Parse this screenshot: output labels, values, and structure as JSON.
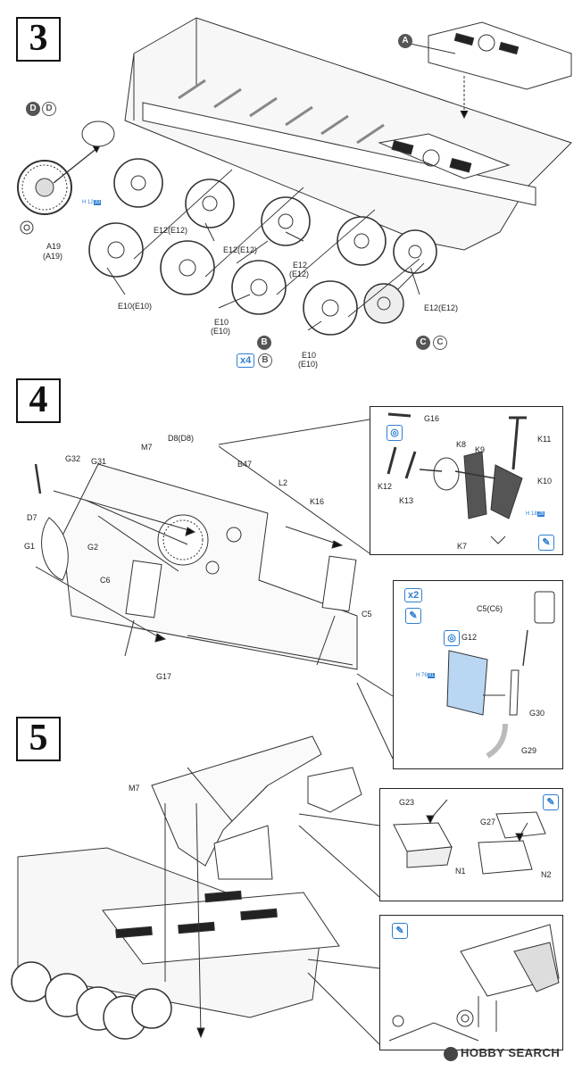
{
  "steps": [
    "3",
    "4",
    "5"
  ],
  "step3": {
    "callout_A": "A",
    "callout_D": "D",
    "callout_D_paren": "D",
    "a19": "A19",
    "a19_paren": "(A19)",
    "e12_1": "E12(E12)",
    "e12_2": "E12(E12)",
    "e12_3a": "E12",
    "e12_3b": "(E12)",
    "e12_4": "E12(E12)",
    "e10_1": "E10(E10)",
    "e10_2a": "E10",
    "e10_2b": "(E10)",
    "e10_3a": "E10",
    "e10_3b": "(E10)",
    "callout_B": "B",
    "qty_x4": "x4",
    "callout_B_paren": "B",
    "callout_C": "C",
    "callout_C_paren": "C",
    "paint_code": "H 12",
    "paint_num": "33"
  },
  "step4": {
    "m7": "M7",
    "d8": "D8(D8)",
    "g32": "G32",
    "g31": "G31",
    "b47": "B47",
    "l2": "L2",
    "k16": "K16",
    "d7": "D7",
    "g1": "G1",
    "g2": "G2",
    "c6": "C6",
    "c5": "C5",
    "g17": "G17",
    "inset1": {
      "g16": "G16",
      "k8": "K8",
      "k9": "K9",
      "k11": "K11",
      "k12": "K12",
      "k13": "K13",
      "k10": "K10",
      "k7": "K7",
      "paint_code": "H 18",
      "paint_num": "28"
    },
    "inset2": {
      "qty": "x2",
      "c5c6": "C5(C6)",
      "g12": "G12",
      "g30": "G30",
      "g29": "G29",
      "paint_code": "H 76",
      "paint_num": "81"
    }
  },
  "step5": {
    "m7": "M7",
    "g23": "G23",
    "g27": "G27",
    "n1": "N1",
    "n2": "N2"
  },
  "watermark": {
    "logo_text": "HOBBY SEARCH"
  },
  "icons": [
    "glue-icon",
    "cement-icon",
    "paint-icon"
  ]
}
